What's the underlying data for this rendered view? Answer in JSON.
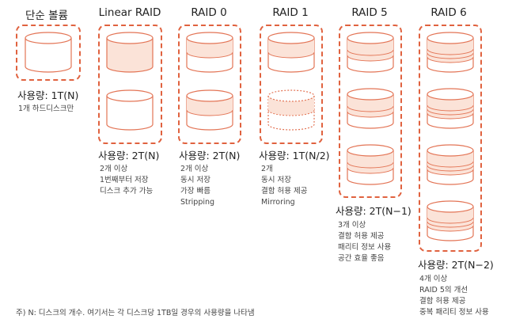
{
  "columns": [
    {
      "title": "단순 볼륨",
      "usage": "사용량: 1T(N)",
      "desc": [
        "1개 하드디스크만"
      ]
    },
    {
      "title": "Linear RAID",
      "usage": "사용량: 2T(N)",
      "desc": [
        "2개 이상",
        "1번째부터 저장",
        "디스크 추가 가능"
      ]
    },
    {
      "title": "RAID 0",
      "usage": "사용량: 2T(N)",
      "desc": [
        "2개 이상",
        "동시 저장",
        "가장 빠름",
        "Stripping"
      ]
    },
    {
      "title": "RAID 1",
      "usage": "사용량: 1T(N/2)",
      "desc": [
        "2개",
        "동시 저장",
        "결함 허용 제공",
        "Mirroring"
      ]
    },
    {
      "title": "RAID 5",
      "usage": "사용량: 2T(N−1)",
      "desc": [
        "3개 이상",
        "결함 허용 제공",
        "패리티 정보 사용",
        "공간 효율 좋음"
      ]
    },
    {
      "title": "RAID 6",
      "usage": "사용량: 2T(N−2)",
      "desc": [
        "4개 이상",
        "RAID 5의 개선",
        "결함 허용 제공",
        "중복 패리티 정보 사용"
      ]
    }
  ],
  "footnote": "주) N: 디스크의 개수. 여기서는 각 디스크당 1TB일 경우의 사용량을 나타냄",
  "colors": {
    "accent": "#e0623f",
    "fill_light": "#fbe3d8",
    "stroke": "#e37455"
  }
}
